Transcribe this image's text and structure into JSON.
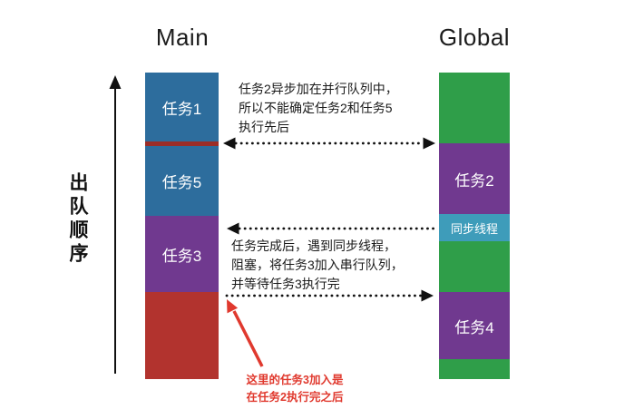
{
  "titles": {
    "main": "Main",
    "global": "Global"
  },
  "axis_label": "出队顺序",
  "main_queue": {
    "blocks": [
      {
        "label": "任务1",
        "color": "#2d6d9d"
      },
      {
        "label": "",
        "color": "#9b2d27"
      },
      {
        "label": "任务5",
        "color": "#2d6d9d"
      },
      {
        "label": "任务3",
        "color": "#70398f"
      },
      {
        "label": "",
        "color": "#b2332e"
      }
    ]
  },
  "global_queue": {
    "blocks": [
      {
        "label": "",
        "color": "#2f9e49"
      },
      {
        "label": "任务2",
        "color": "#70398f"
      },
      {
        "label": "同步线程",
        "color": "#3e9cba"
      },
      {
        "label": "",
        "color": "#2f9e49"
      },
      {
        "label": "任务4",
        "color": "#70398f"
      },
      {
        "label": "",
        "color": "#2f9e49"
      }
    ]
  },
  "annotations": {
    "top": "任务2异步加在并行队列中，\n所以不能确定任务2和任务5\n执行先后",
    "middle": "任务完成后，遇到同步线程，\n阻塞，将任务3加入串行队列，\n并等待任务3执行完",
    "bottom_red": "这里的任务3加入是\n在任务2执行完之后"
  },
  "colors": {
    "arrow_black": "#111111",
    "arrow_red": "#e0392e",
    "task_blue": "#2d6d9d",
    "task_purple": "#70398f",
    "task_red": "#b2332e",
    "task_green": "#2f9e49",
    "sync_teal": "#3e9cba"
  }
}
